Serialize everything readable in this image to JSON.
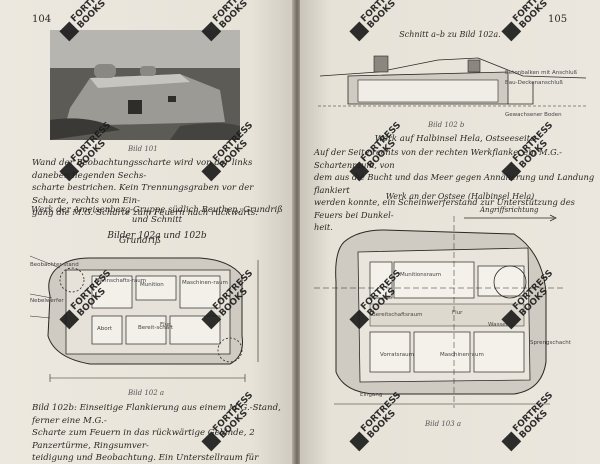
{
  "left_page": {
    "page_number": "104",
    "photo_caption": "Bild 101",
    "paragraph_1": [
      "Wand der Beobachtungsscharte wird von der links daneben liegenden Sechs-",
      "scharte bestrichen. Kein Trennungsgraben vor der Scharte, rechts vom Ein-",
      "gang die M.G.-Scharte zum Feuern nach rückwärts."
    ],
    "section_heading": [
      "Werk der Ameisenberg-Gruppe südlich Beuthen, Grundriß und Schnitt",
      "Bilder 102a und 102b"
    ],
    "plan_title": "Grundriß",
    "plan_caption": "Bild 102 a",
    "paragraph_2": [
      "Bild 102b: Einseitige Flankierung aus einem M.G.-Stand, ferner eine M.G.-",
      "Scharte zum Feuern in das rückwärtige Gelände, 2 Panzertürme, Ringsumver-",
      "teidigung und Beobachtung. Ein Unterstellraum für bewegliche Inf. …"
    ],
    "plan_labels": [
      "Mannschafts-raum",
      "Maschinen-raum",
      "Munition",
      "Flur",
      "Bereit-schaft",
      "Abort",
      "Nebelwerfer",
      "Beobachter-stand"
    ]
  },
  "right_page": {
    "page_number": "105",
    "section_title": "Schnitt a–b zu Bild 102a.",
    "section_caption": "Bild 102 b",
    "werk_heading": "Werk auf Halbinsel Hela, Ostseeseite",
    "paragraph_1": [
      "Auf der Seite rechts von der rechten Werkflanke, ein M.G.-Schartenraum, von",
      "dem aus die Bucht und das Meer gegen Annäherung und Landung flankiert",
      "werden konnte, ein Scheinwerferstand zur Unterstützung des Feuers bei Dunkel-",
      "heit."
    ],
    "plan_title": "Werk an der Ostsee (Halbinsel Hela)",
    "attack_direction": "Angriffsrichtung",
    "plan_caption": "Bild 103 a",
    "plan_labels": [
      "Munitionsraum",
      "Bereitschaftsraum",
      "Flur",
      "Maschinenraum",
      "Sprengschacht",
      "Vorratsraum",
      "Wasser",
      "Eingang"
    ],
    "section_labels": [
      "Betonbalken mit Anschluß",
      "Bau-Deckenanschluß",
      "Gewachsener Boden"
    ]
  },
  "watermark": {
    "line1": "FORTRESS",
    "line2": "BOOKS"
  }
}
